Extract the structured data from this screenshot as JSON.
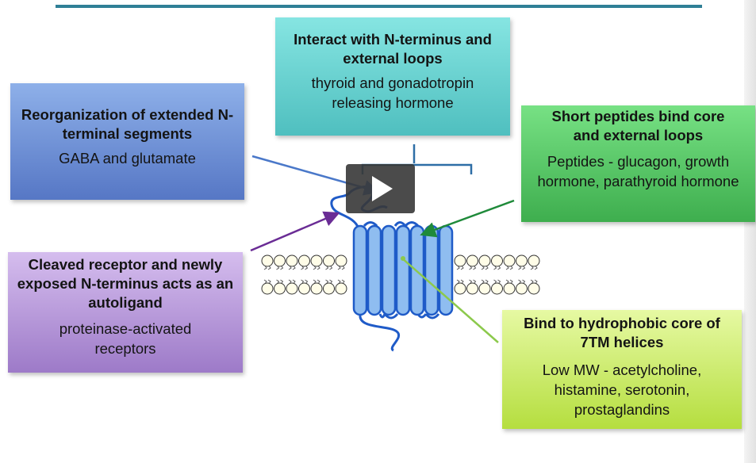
{
  "boxes": {
    "teal": {
      "title": "Interact with N-terminus and external loops",
      "body": "thyroid and gonadotropin releasing hormone"
    },
    "blue": {
      "title": "Reorganization of extended N-terminal segments",
      "body": "GABA and glutamate"
    },
    "green": {
      "title": "Short peptides bind core and external loops",
      "body": "Peptides - glucagon, growth hormone, parathyroid hormone"
    },
    "purple": {
      "title": "Cleaved receptor and newly exposed N-terminus acts as an autoligand",
      "body": "proteinase-activated receptors"
    },
    "lime": {
      "title": "Bind to hydrophobic core of 7TM helices",
      "body": "Low MW - acetylcholine, histamine, serotonin, prostaglandins"
    }
  },
  "colors": {
    "header_rule": "#2f7f96",
    "teal": "#4fbfbf",
    "blue": "#5677c5",
    "green": "#3eae4e",
    "purple": "#9d7ac8",
    "lime": "#b5de3f",
    "helix_fill": "#8fbdf0",
    "helix_stroke": "#1f5bc8",
    "arrow_blue": "#4a78c9",
    "arrow_purple": "#6a2c95",
    "arrow_green": "#1f8a3a",
    "arrow_lime": "#8cc94c"
  },
  "media": {
    "play_button": "play-icon"
  }
}
